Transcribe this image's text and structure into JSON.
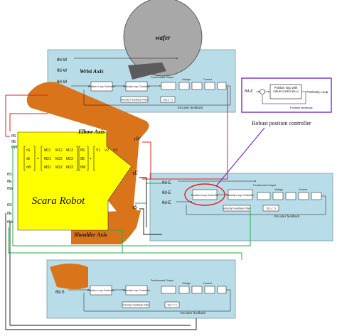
{
  "wafer": {
    "label": "wafer"
  },
  "wrist_axis": {
    "title": "Wrist Axis",
    "input_1": "θ̈d-W",
    "input_2": "θ̇d-W",
    "input_3": "θd-W",
    "position_loop": "Position Loop Controller",
    "velocity_loop": "Velocity Loop Controller",
    "velocity_filter": "Velocity Feedback Filter",
    "feedforward_out": "Feedforward Output",
    "voltage": "Voltage",
    "current": "Current",
    "integrator": "1/(1-z⁻¹)",
    "encoder_feedback": "Encoder feedback"
  },
  "elbow_axis": {
    "title": "Elbow Axis",
    "input_1": "θ̈d-E",
    "input_2": "θ̇d-E",
    "input_3": "θd-E",
    "position_loop": "Position Loop Controller",
    "velocity_loop": "Velocity Loop Controller",
    "velocity_filter": "Velocity Feedback Filter",
    "feedforward_out": "Feedforward Output",
    "voltage": "Voltage",
    "current": "Current",
    "integrator": "1/(1-z⁻¹)",
    "encoder_feedback": "Encoder feedback"
  },
  "shoulder_axis": {
    "title": "Shoulder Axis",
    "input_1": "θ̈d-S",
    "position_loop": "Position Loop Controller",
    "velocity_loop": "Velocity Loop Controller",
    "velocity_filter": "Velocity Feedback Filter",
    "feedforward_out": "Feedforward Output",
    "voltage": "Voltage",
    "current": "Current",
    "integrator": "1/(1-z⁻¹)",
    "encoder_feedback": "Encoder feedback"
  },
  "robot": {
    "title": "Scara Robot",
    "theta_inputs": [
      "θ̈S",
      "θ̈E",
      "θ̈W"
    ],
    "rate_outputs": [
      "θ̇S",
      "θ̇E",
      "θ̇W"
    ],
    "position_outputs": [
      "θS",
      "θE",
      "θW"
    ],
    "torques": [
      "τW",
      "τE",
      "τS"
    ],
    "matrix_lhs": [
      "τS",
      "τE",
      "τW"
    ],
    "mass_rows": [
      [
        "M11",
        "M12",
        "M13"
      ],
      [
        "M21",
        "M22",
        "M23"
      ],
      [
        "M31",
        "M32",
        "M33"
      ]
    ],
    "accel": [
      "θ̈S",
      "θ̈E",
      "θ̈W"
    ],
    "coriolis": [
      [
        "V1",
        "V2",
        "V3"
      ]
    ]
  },
  "robust_box": {
    "theta": "θd-E",
    "block_label": "Position loop with robust control (H∞)",
    "velocity_loop": "Velocity Loop",
    "position_feedback": "Position feedback",
    "caption": "Robust position controller"
  },
  "colors": {
    "panel_fill": "#b9dde8",
    "panel_border": "#7a9aa6",
    "orange": "#d9741b",
    "gray_wafer": "#a8a8a8",
    "yellow": "#ffff00",
    "red_line": "#e02020",
    "green_line": "#20b040",
    "purple": "#7b2fbf"
  }
}
